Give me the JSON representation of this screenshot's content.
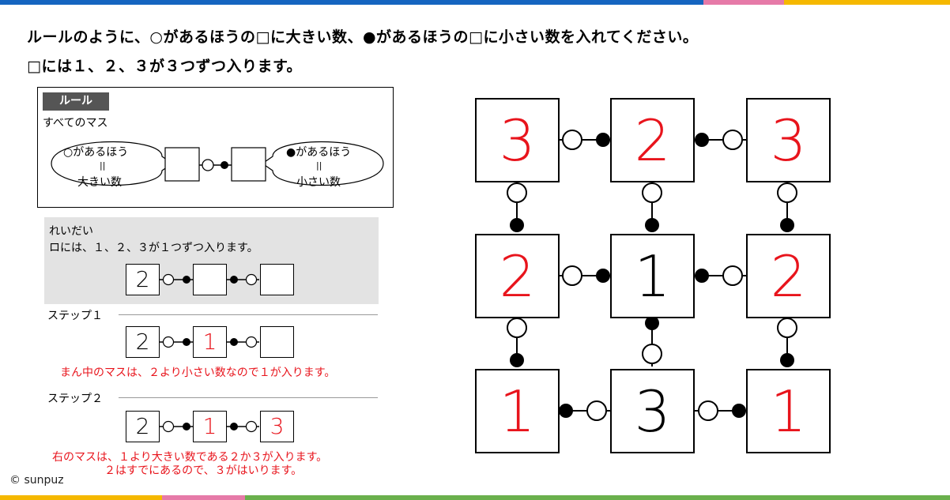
{
  "colors": {
    "blue": "#1565c0",
    "pink": "#e67aa8",
    "yellow": "#f5b800",
    "green": "#6ab04c",
    "red": "#e8141c"
  },
  "title": {
    "line1": "ルールのように、○があるほうの□に大きい数、●があるほうの□に小さい数を入れてください。",
    "line2": "□には１、２、３が３つずつ入ります。"
  },
  "rule": {
    "label": "ルール",
    "subtitle": "すべてのマス",
    "left_bubble": {
      "top": "○があるほう",
      "eq": "||",
      "bottom": "大きい数"
    },
    "right_bubble": {
      "top": "●があるほう",
      "eq": "||",
      "bottom": "小さい数"
    }
  },
  "example": {
    "label": "れいだい",
    "text": "ロには、１、２、３が１つずつ入ります。",
    "cells": [
      "2",
      "",
      ""
    ]
  },
  "step1": {
    "label": "ステップ１",
    "cells": [
      "2",
      "1",
      ""
    ],
    "note": "まん中のマスは、２より小さい数なので１が入ります。"
  },
  "step2": {
    "label": "ステップ２",
    "cells": [
      "2",
      "1",
      "3"
    ],
    "note1": "右のマスは、１より大きい数である２か３が入ります。",
    "note2": "２はすでにあるので、３がはいります。"
  },
  "grid": {
    "values": [
      [
        "3",
        "2",
        "3"
      ],
      [
        "2",
        "1",
        "2"
      ],
      [
        "1",
        "3",
        "1"
      ]
    ],
    "given": [
      [
        false,
        false,
        false
      ],
      [
        false,
        true,
        false
      ],
      [
        false,
        true,
        false
      ]
    ]
  },
  "copyright": "© sunpuz"
}
